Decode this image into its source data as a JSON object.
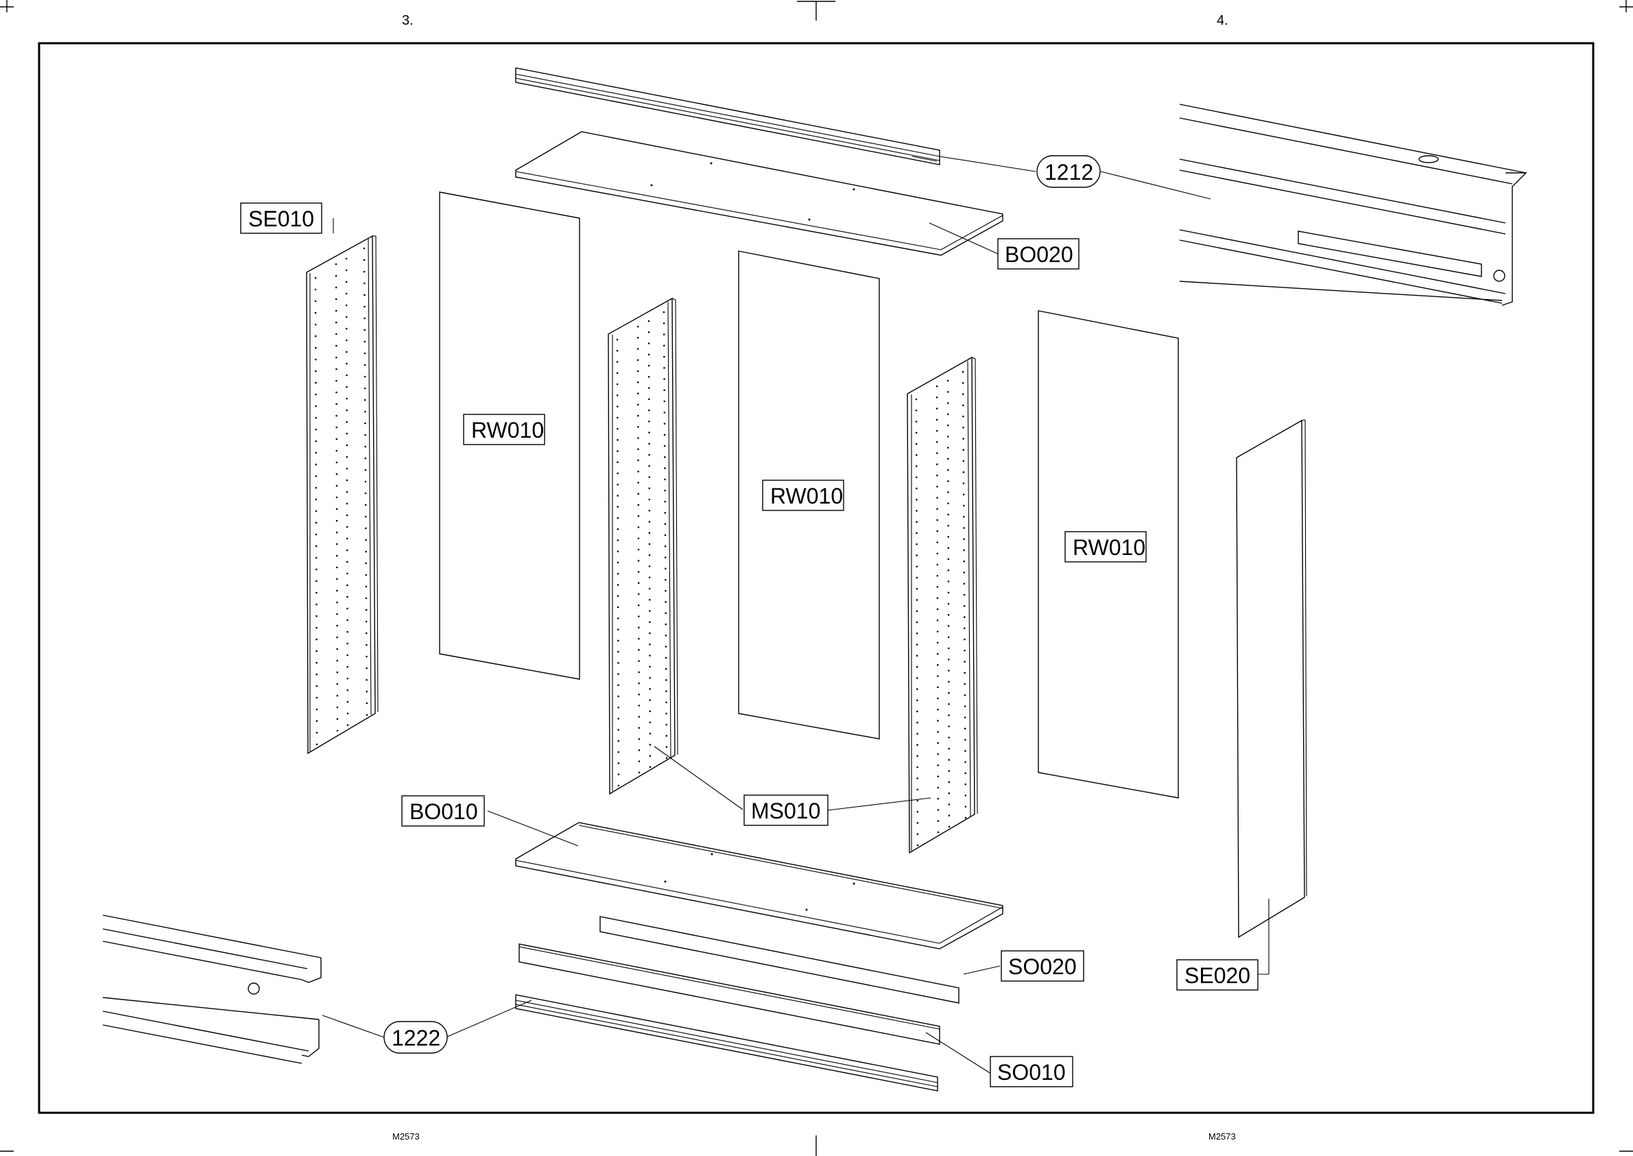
{
  "page_numbers": {
    "left": "3.",
    "right": "4."
  },
  "drawing_codes": {
    "left": "M2573",
    "right": "M2573"
  },
  "parts": {
    "se010": "SE010",
    "rw010_a": "RW010",
    "rw010_b": "RW010",
    "rw010_c": "RW010",
    "bo020": "BO020",
    "bo010": "BO010",
    "ms010": "MS010",
    "so020": "SO020",
    "so010": "SO010",
    "se020": "SE020"
  },
  "hardware": {
    "rail_top": "1212",
    "rail_bottom": "1222"
  }
}
